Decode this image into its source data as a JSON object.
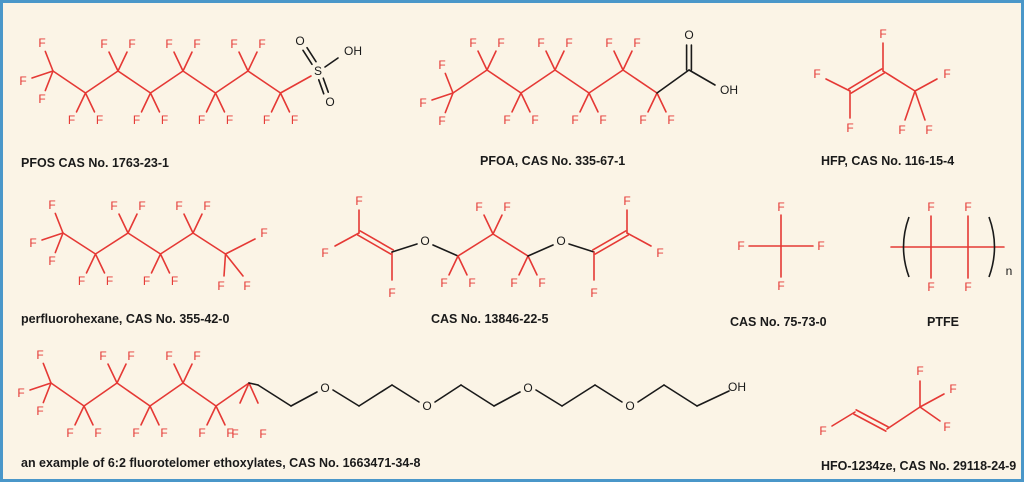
{
  "colors": {
    "background": "#fbf4e6",
    "border": "#4a97c9",
    "fluorine": "#e53935",
    "bond_fluorinated": "#e53935",
    "bond_other": "#1a1a1a",
    "caption": "#1a1a1a"
  },
  "atoms": {
    "fluorine": "F",
    "oxygen": "O",
    "sulfur": "S",
    "hydroxyl": "OH",
    "repeat": "n"
  },
  "molecules": [
    {
      "id": "pfos",
      "caption": "PFOS CAS No. 1763-23-1"
    },
    {
      "id": "pfoa",
      "caption": "PFOA, CAS No. 335-67-1"
    },
    {
      "id": "hfp",
      "caption": "HFP, CAS No. 116-15-4"
    },
    {
      "id": "perfluorohexane",
      "caption": "perfluorohexane, CAS No. 355-42-0"
    },
    {
      "id": "ether",
      "caption": "CAS No. 13846-22-5"
    },
    {
      "id": "cf4",
      "caption": "CAS No. 75-73-0"
    },
    {
      "id": "ptfe",
      "caption": "PTFE"
    },
    {
      "id": "ftoh",
      "caption": "an example of 6:2 fluorotelomer ethoxylates, CAS No. 1663471-34-8"
    },
    {
      "id": "hfo",
      "caption": "HFO-1234ze, CAS No. 29118-24-9"
    }
  ]
}
